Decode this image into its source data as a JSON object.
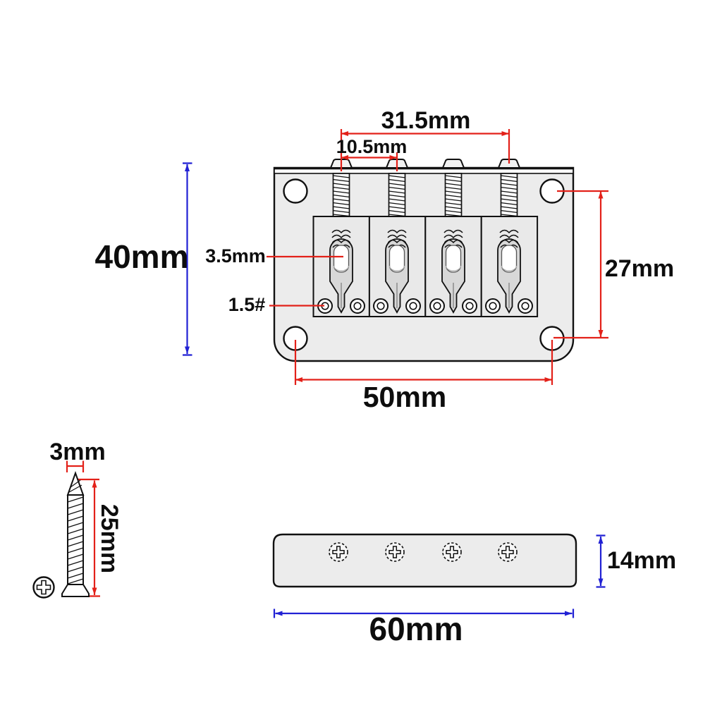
{
  "colors": {
    "dimension_red": "#e32119",
    "dimension_blue": "#2121d4",
    "plate_fill": "#ececec",
    "outline": "#111111"
  },
  "top_view": {
    "dim_post_span": "31.5mm",
    "dim_post_pitch": "10.5mm",
    "dim_plate_height": "40mm",
    "dim_hole_span_vertical": "27mm",
    "dim_hole_span_horizontal": "50mm",
    "label_slot_width": "3.5mm",
    "label_screw_size": "1.5#"
  },
  "mounting_screw": {
    "dim_diameter": "3mm",
    "dim_length": "25mm"
  },
  "side_view": {
    "dim_height": "14mm",
    "dim_length": "60mm"
  }
}
